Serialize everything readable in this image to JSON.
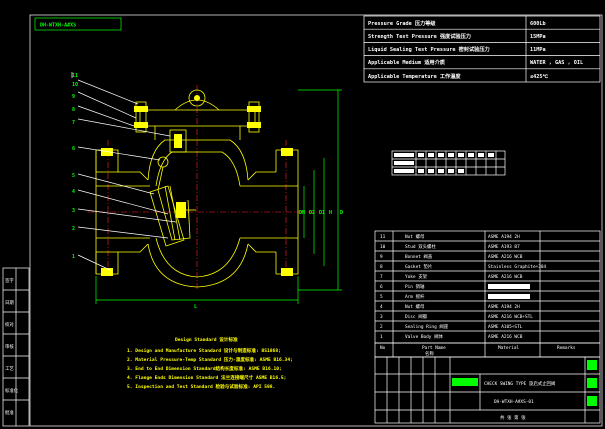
{
  "drawing_code": "DH-WTXH-A#XS",
  "spec_table": [
    {
      "label": "Pressure Grade 压力等级",
      "value": "600Lb"
    },
    {
      "label": "Strength Test Pressure 强度试验压力",
      "value": "15MPa"
    },
    {
      "label": "Liquid Sealing Test Pressure 密封试验压力",
      "value": "11MPa"
    },
    {
      "label": "Applicable Medium 适用介质",
      "value": "WATER , GAS , OIL"
    },
    {
      "label": "Applicable Temperature 工作温度",
      "value": "≤425℃"
    }
  ],
  "callouts": [
    "11",
    "9",
    "8",
    "7",
    "6",
    "5",
    "4",
    "3",
    "2",
    "1"
  ],
  "dimensions": {
    "length": "L",
    "h": "H",
    "d1": "D",
    "d2": "D1",
    "d3": "D2",
    "dn": "DN"
  },
  "side_labels": [
    "签字",
    "日期",
    "校对",
    "审核",
    "工艺",
    "标准化",
    "批准"
  ],
  "standards": {
    "title": "Design Standard 设计标准",
    "lines": [
      "1. Design and Manufacture Standard 设计与制造标准: BS1868;",
      "2. Material Pressure-Temp Standard 压力-温度标准: ASME B16.34;",
      "3. End to End Dimension Standard结构长度标准: ASME B16.10;",
      "4. Flange Ends Dimension Standard 法兰连接端尺寸 ASME B16.5;",
      "5. Inspection and Test Standard 检验与试验标准: API 598."
    ]
  },
  "parts": [
    {
      "no": "11",
      "name": "Nut 螺母",
      "material": "ASME A194 2H"
    },
    {
      "no": "10",
      "name": "Stud 双头螺柱",
      "material": "ASME A193 B7"
    },
    {
      "no": "9",
      "name": "Bonnet 阀盖",
      "material": "ASME A216 WCB"
    },
    {
      "no": "8",
      "name": "Gasket 垫片",
      "material": "Stainless Graphite+304"
    },
    {
      "no": "7",
      "name": "Yoke 支架",
      "material": "ASME A216 WCB"
    },
    {
      "no": "6",
      "name": "Pin 销轴",
      "material": ""
    },
    {
      "no": "5",
      "name": "Arm 摇杆",
      "material": ""
    },
    {
      "no": "4",
      "name": "Nut 螺母",
      "material": "ASME A194 2H"
    },
    {
      "no": "3",
      "name": "Disc 阀瓣",
      "material": "ASME A216 WCB+STL"
    },
    {
      "no": "2",
      "name": "Sealing Ring 阀座",
      "material": "ASME A105+STL"
    },
    {
      "no": "1",
      "name": "Valve Body 阀体",
      "material": "ASME A216 WCB"
    }
  ],
  "parts_header": {
    "no": "No",
    "name": "Part Name",
    "name_cn": "名称",
    "material": "Material",
    "remarks": "Remarks"
  },
  "title_block": {
    "product": "CHECK SWING TYPE 旋启式止回阀",
    "drawing_no": "DH-WTXH-A#XS-01",
    "sheet": "共 张 第 张"
  }
}
